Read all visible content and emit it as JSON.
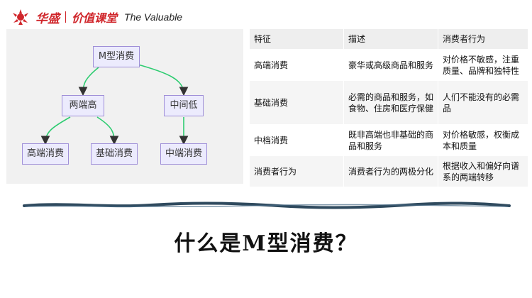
{
  "header": {
    "brand": "华盛",
    "course": "价值课堂",
    "tagline": "The Valuable"
  },
  "diagram": {
    "root": "M型消费",
    "mid_left": "两端高",
    "mid_right": "中间低",
    "leaf_1": "高端消费",
    "leaf_2": "基础消费",
    "leaf_3": "中端消费",
    "edge_color": "#2ecc71",
    "node_border": "#9f8fd8"
  },
  "table": {
    "headers": [
      "特征",
      "描述",
      "消费者行为"
    ],
    "rows": [
      [
        "高端消费",
        "豪华或高级商品和服务",
        "对价格不敏感，注重质量、品牌和独特性"
      ],
      [
        "基础消费",
        "必需的商品和服务，如食物、住房和医疗保健",
        "人们不能没有的必需品"
      ],
      [
        "中档消费",
        "既非高端也非基础的商品和服务",
        "对价格敏感，权衡成本和质量"
      ],
      [
        "消费者行为",
        "消费者行为的两极分化",
        "根据收入和偏好向谱系的两端转移"
      ]
    ]
  },
  "title": "什么是M型消费？",
  "colors": {
    "brand_red": "#d0262b",
    "wave": "#2f4a5e"
  }
}
